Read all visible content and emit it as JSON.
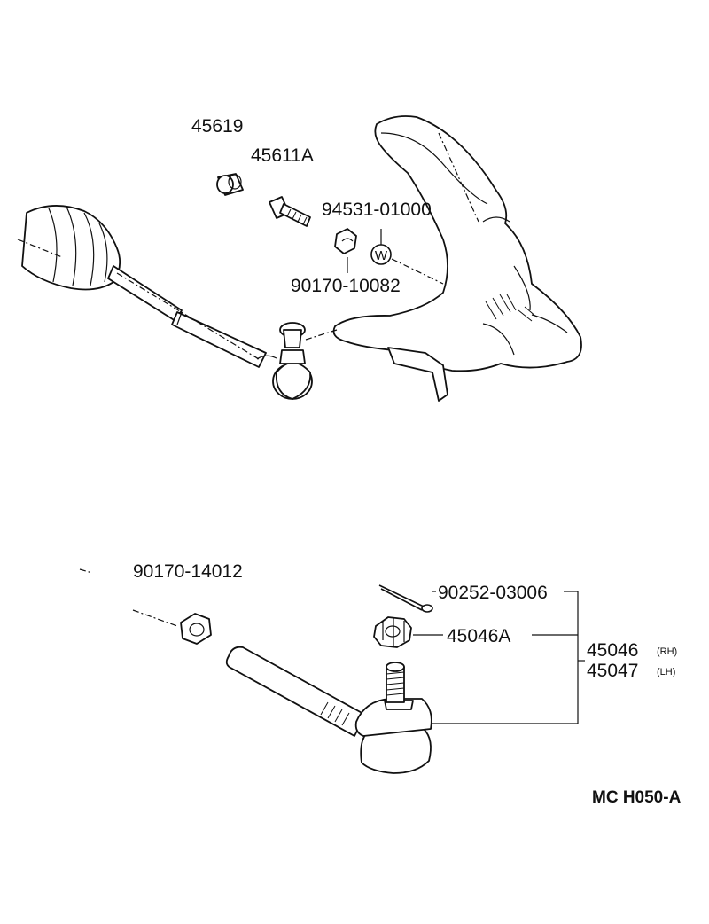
{
  "labels": {
    "p45619": "45619",
    "p45611A": "45611A",
    "p94531": "94531-01000",
    "p90170_10082": "90170-10082",
    "p90170_14012": "90170-14012",
    "p90252": "90252-03006",
    "p45046A": "45046A",
    "p45046": "45046",
    "p45046_side": "(RH)",
    "p45047": "45047",
    "p45047_side": "(LH)",
    "washer_mark": "W",
    "diagram_code": "MC  H050-A"
  }
}
